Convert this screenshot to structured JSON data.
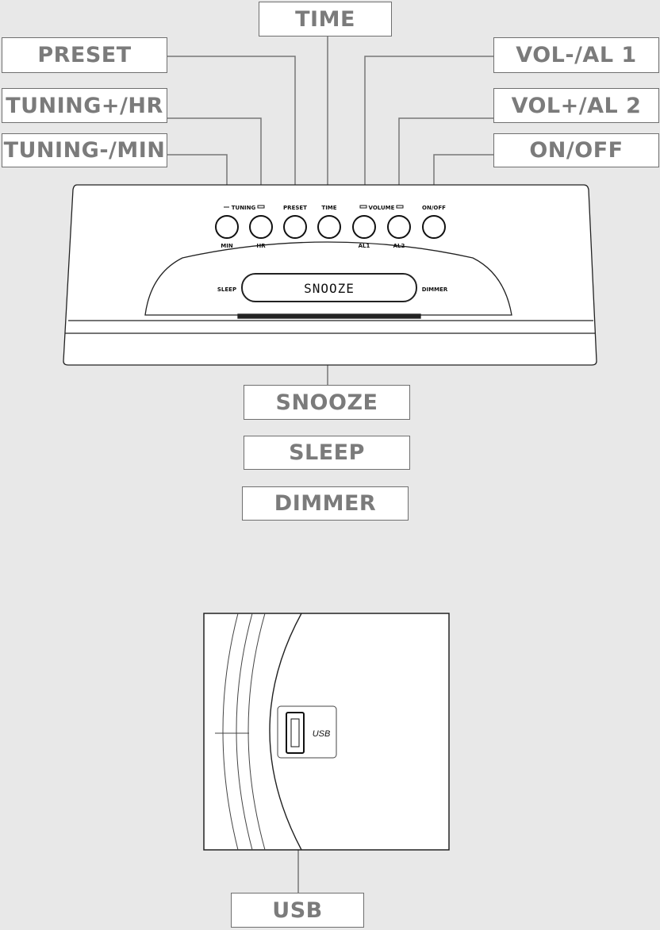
{
  "callouts": {
    "time": "TIME",
    "preset": "PRESET",
    "tuning_hr": "TUNING+/HR",
    "tuning_min": "TUNING-/MIN",
    "vol_al1": "VOL-/AL 1",
    "vol_al2": "VOL+/AL 2",
    "on_off": "ON/OFF",
    "snooze": "SNOOZE",
    "sleep": "SLEEP",
    "dimmer": "DIMMER",
    "usb": "USB"
  },
  "device": {
    "tuning": "TUNING",
    "volume": "VOLUME",
    "preset": "PRESET",
    "time": "TIME",
    "on_off": "ON/OFF",
    "min": "MIN",
    "hr": "HR",
    "al1": "AL1",
    "al2": "AL2",
    "sleep": "SLEEP",
    "dimmer": "DIMMER",
    "snooze": "SNOOZE",
    "usb_port": "USB"
  }
}
